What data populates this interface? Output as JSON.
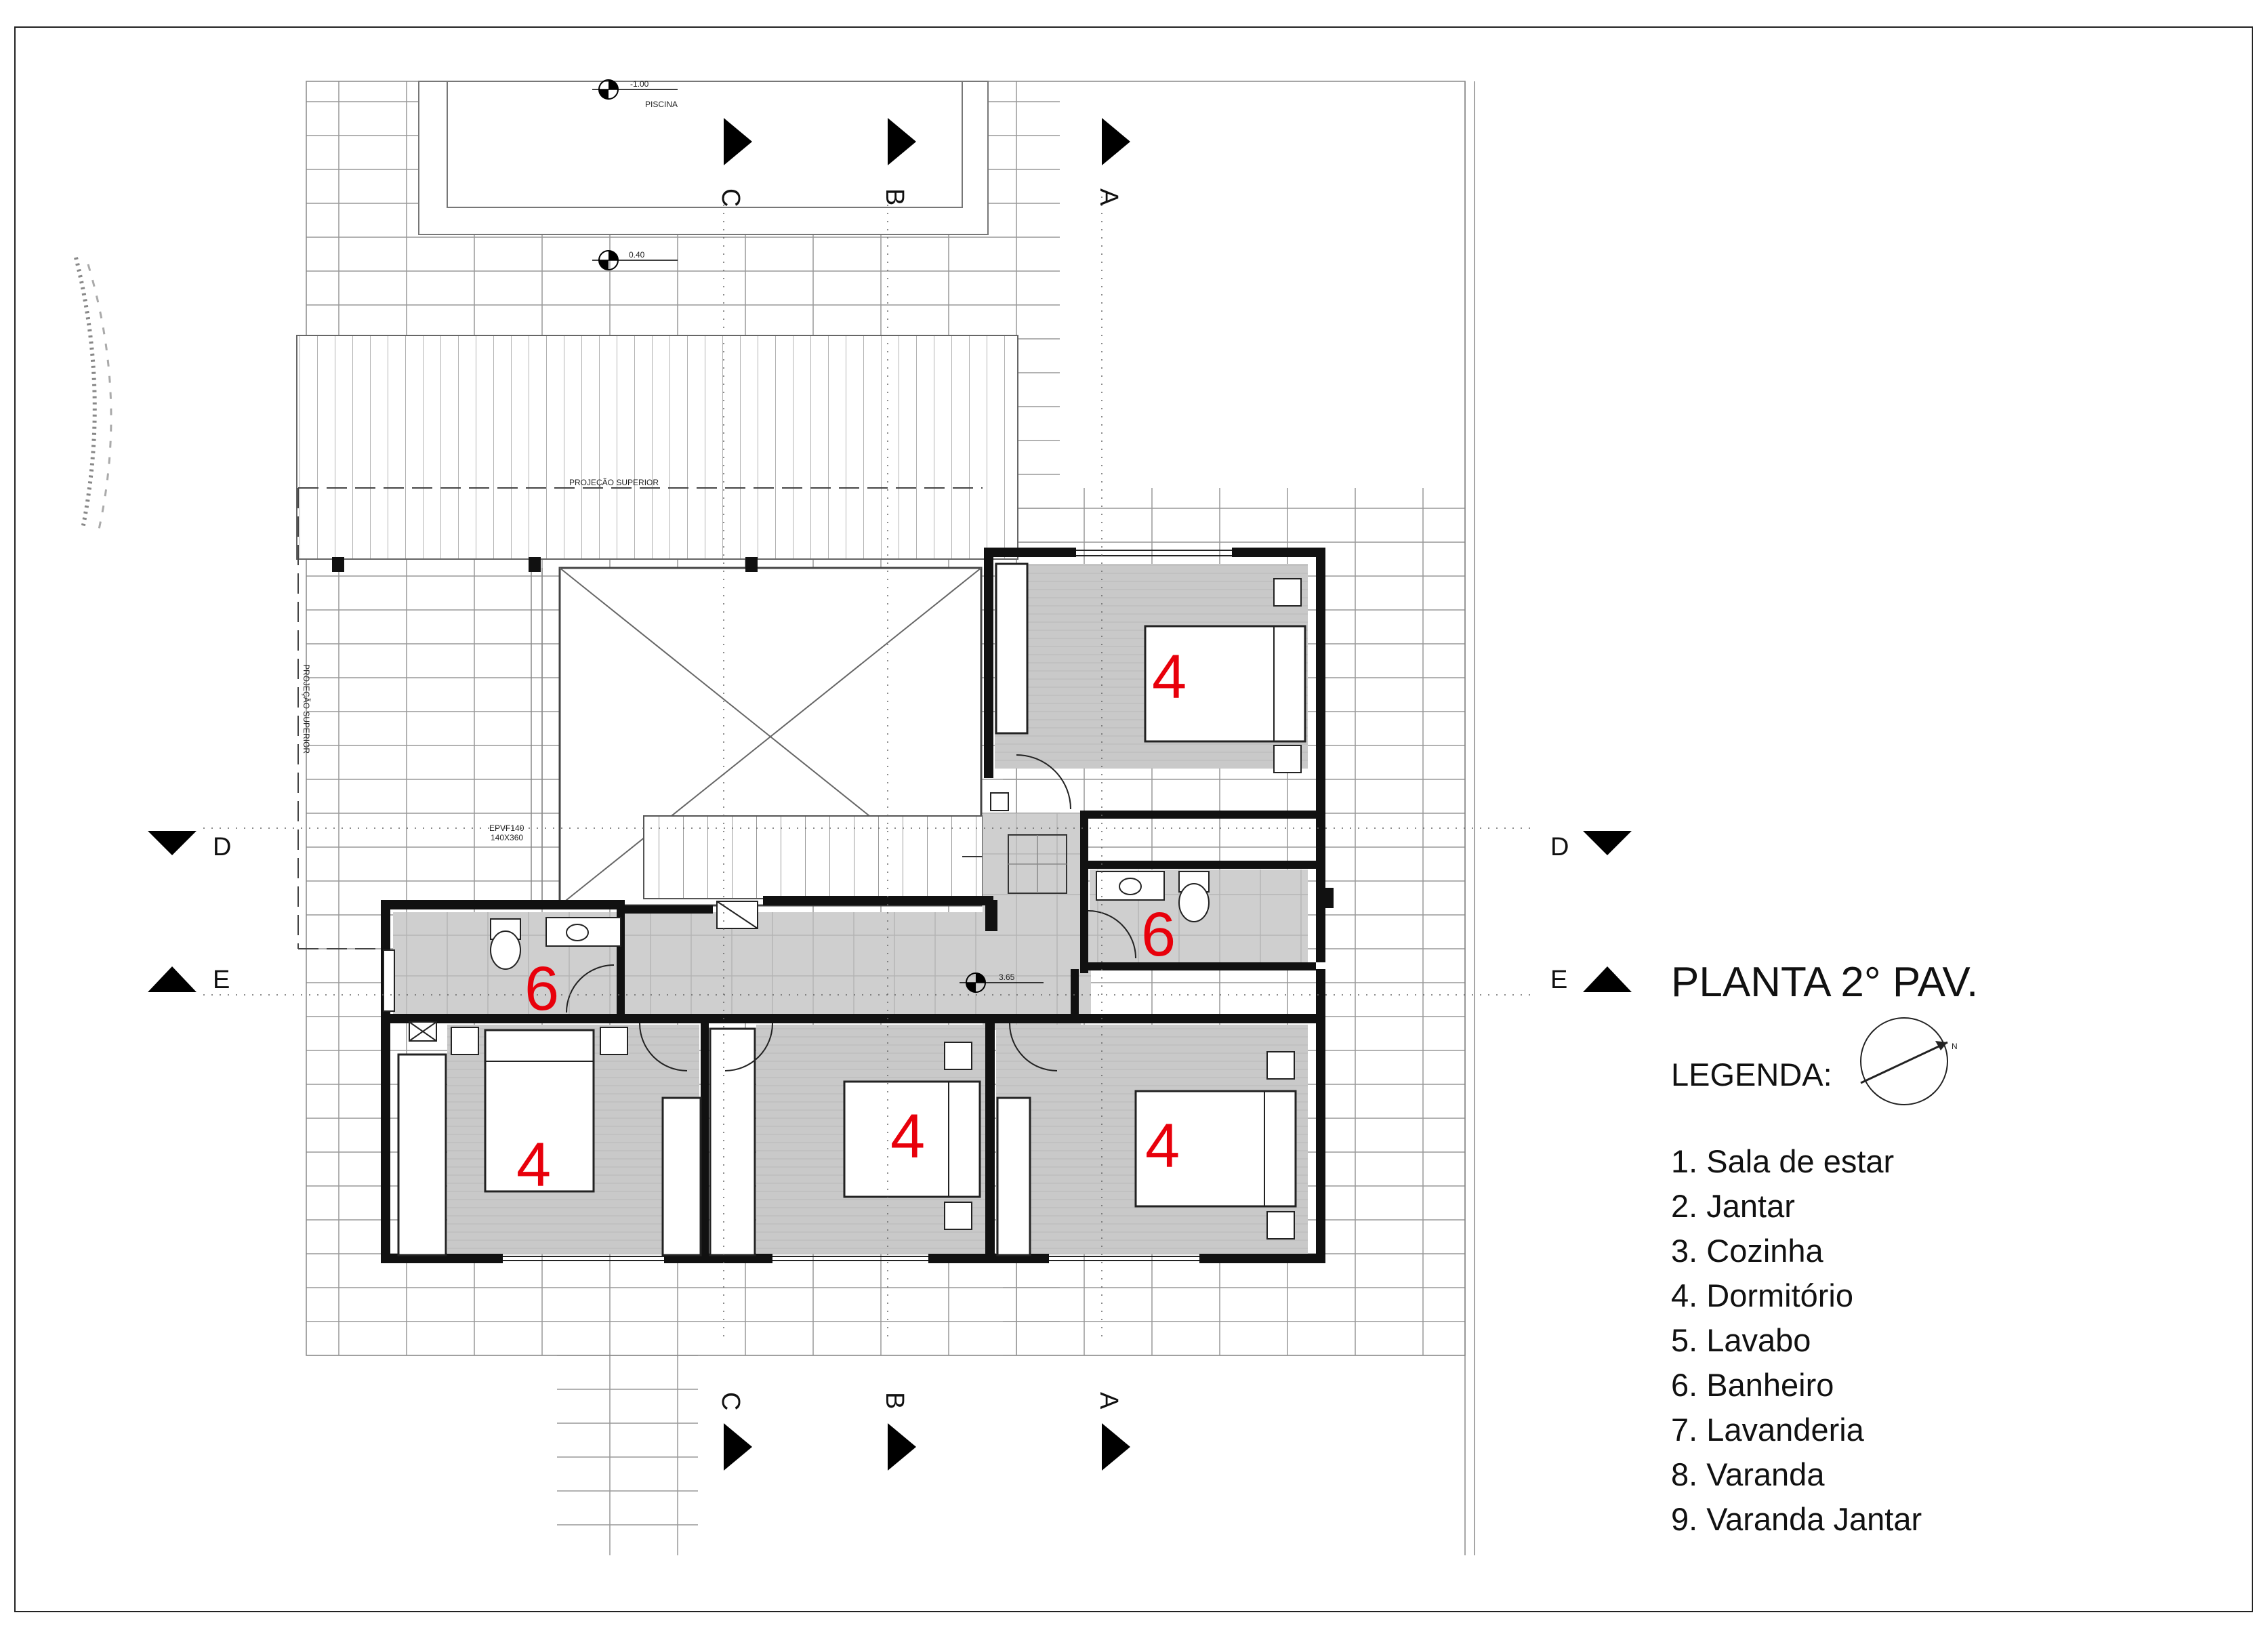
{
  "title": "PLANTA 2° PAV.",
  "legend_heading": "LEGENDA:",
  "legend_items": [
    "1. Sala de estar",
    "2. Jantar",
    "3. Cozinha",
    "4. Dormitório",
    "5. Lavabo",
    "6. Banheiro",
    "7. Lavanderia",
    "8. Varanda",
    "9. Varanda Jantar"
  ],
  "room_numbers": {
    "dorm_ne": "4",
    "bath_e": "6",
    "bath_w": "6",
    "dorm_sw": "4",
    "dorm_s": "4",
    "dorm_se": "4"
  },
  "section_markers": {
    "a": "A",
    "b": "B",
    "c": "C",
    "d": "D",
    "e": "E"
  },
  "level_markers": {
    "pool": "-1.00",
    "pool_label": "PISCINA",
    "deck": "0.40",
    "floor": "3.65"
  },
  "annotations": {
    "projection_upper": "PROJEÇÃO SUPERIOR",
    "projection_side": "PROJEÇÃO SUPERIOR",
    "window_code": "EPVF140",
    "window_size": "140X360"
  },
  "north_label": "N"
}
